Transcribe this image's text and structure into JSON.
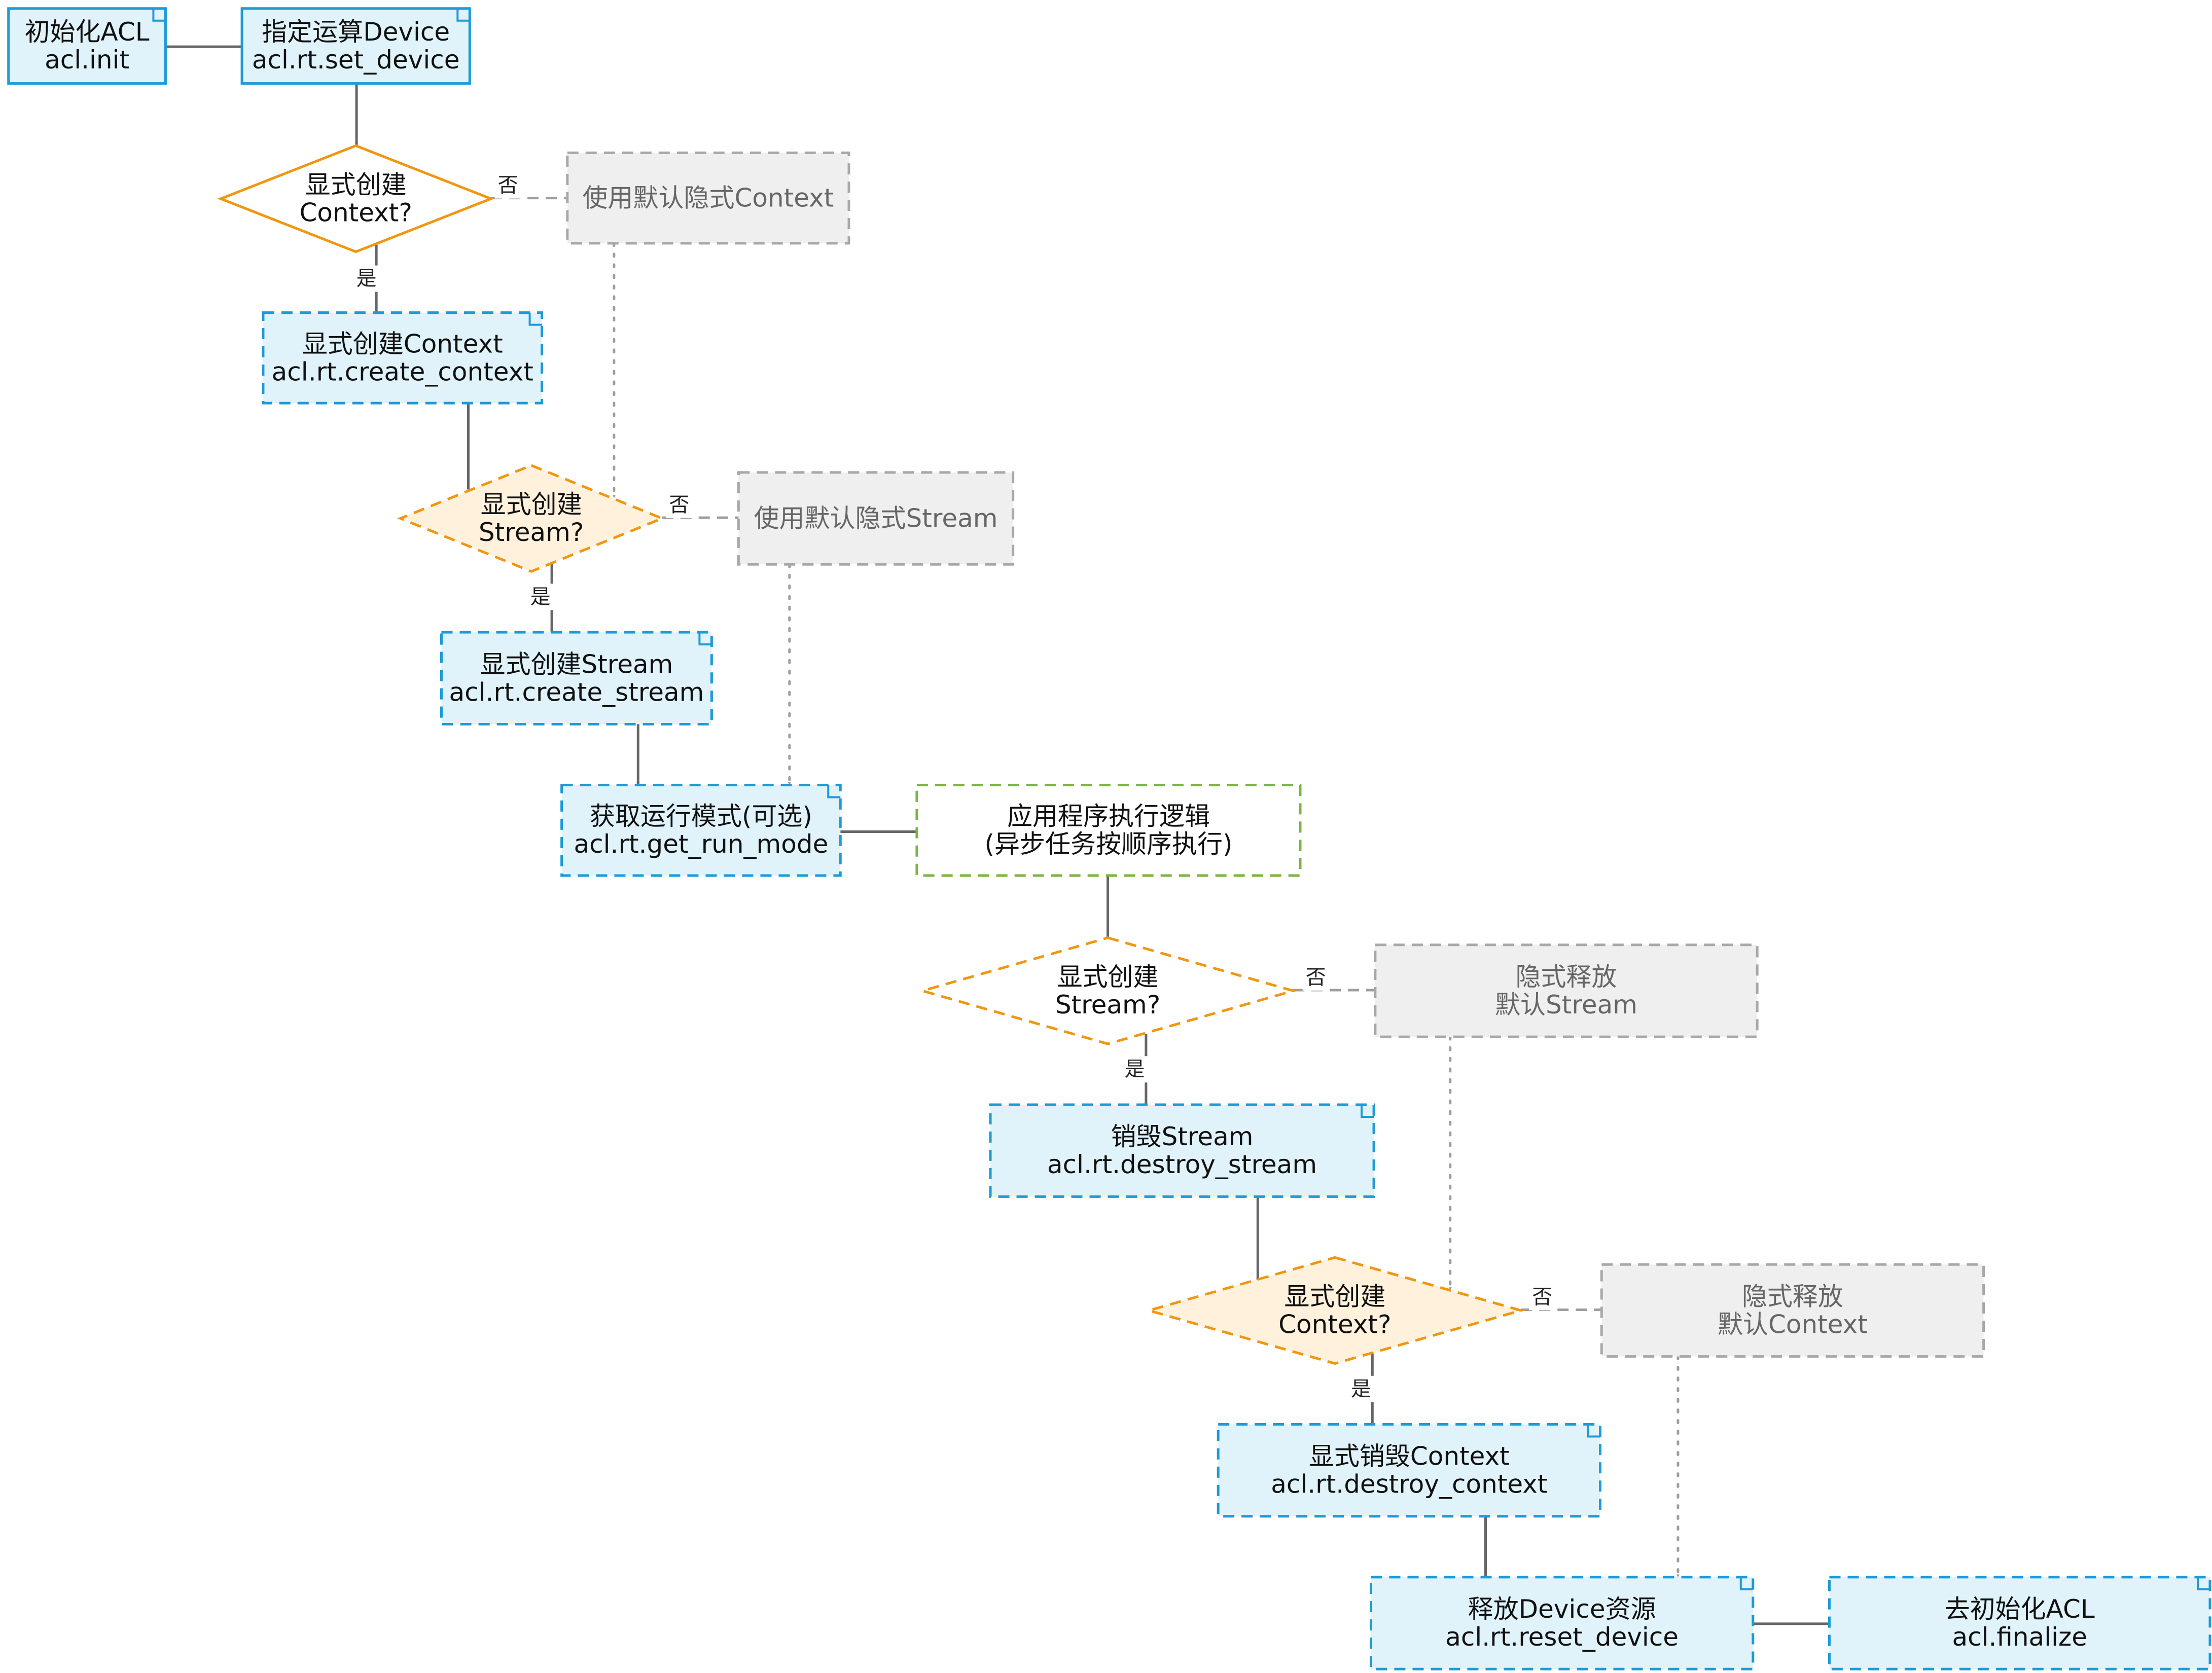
{
  "colors": {
    "blue_fill": "#e0f3fa",
    "blue_stroke": "#1e9ad6",
    "orange_fill": "#fff1dc",
    "orange_stroke": "#f0960f",
    "gray_fill": "#efefef",
    "gray_stroke": "#a8a8a8",
    "green_stroke": "#7cb342",
    "arrow_dark": "#666666",
    "arrow_light": "#9e9e9e"
  },
  "nodes": {
    "init": [
      "初始化ACL",
      "acl.init"
    ],
    "set_device": [
      "指定运算Device",
      "acl.rt.set_device"
    ],
    "decide_context_1": [
      "显式创建",
      "Context?"
    ],
    "default_context": [
      "使用默认隐式Context"
    ],
    "create_context": [
      "显式创建Context",
      "acl.rt.create_context"
    ],
    "decide_stream_1": [
      "显式创建",
      "Stream?"
    ],
    "default_stream": [
      "使用默认隐式Stream"
    ],
    "create_stream": [
      "显式创建Stream",
      "acl.rt.create_stream"
    ],
    "get_run_mode": [
      "获取运行模式(可选)",
      "acl.rt.get_run_mode"
    ],
    "app_logic": [
      "应用程序执行逻辑",
      "(异步任务按顺序执行)"
    ],
    "decide_stream_2": [
      "显式创建",
      "Stream?"
    ],
    "implicit_release_stream": [
      "隐式释放",
      "默认Stream"
    ],
    "destroy_stream": [
      "销毁Stream",
      "acl.rt.destroy_stream"
    ],
    "decide_context_2": [
      "显式创建",
      "Context?"
    ],
    "implicit_release_context": [
      "隐式释放",
      "默认Context"
    ],
    "destroy_context": [
      "显式销毁Context",
      "acl.rt.destroy_context"
    ],
    "reset_device": [
      "释放Device资源",
      "acl.rt.reset_device"
    ],
    "finalize": [
      "去初始化ACL",
      "acl.finalize"
    ]
  },
  "edge_labels": {
    "no_context_1": "否",
    "yes_context_1": "是",
    "no_stream_1": "否",
    "yes_stream_1": "是",
    "no_stream_2": "否",
    "yes_stream_2": "是",
    "no_context_2": "否",
    "yes_context_2": "是"
  }
}
